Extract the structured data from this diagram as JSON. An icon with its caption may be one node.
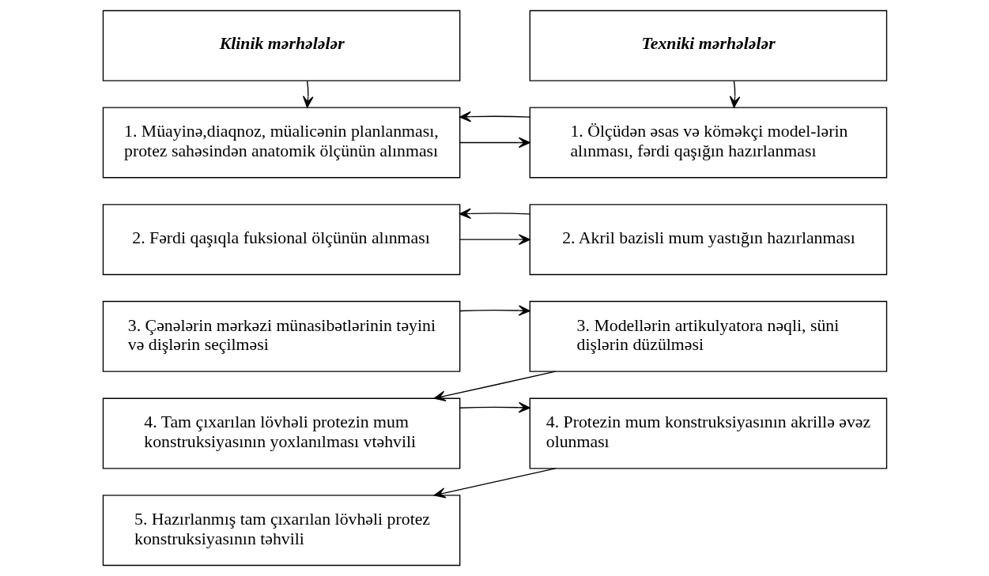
{
  "diagram": {
    "nodes": [
      {
        "text": [
          "Klinik mərhələlər"
        ]
      },
      {
        "text": [
          "Texniki mərhələlər"
        ]
      },
      {
        "text": [
          "1. Müayinə,diaqnoz, müalicənin planlanması, protez sahəsindən anatomik ölçünün alınması"
        ]
      },
      {
        "text": [
          "1. Ölçüdən əsas və köməkçi model-lərin alınması, fərdi qaşığın hazırlanması"
        ]
      },
      {
        "text": [
          "2. Fərdi qaşıqla fuksional ölçünün alınması"
        ]
      },
      {
        "text": [
          "2. Akril bazisli mum yastığın hazırlanması"
        ]
      },
      {
        "text": [
          "3. Çənələrin mərkəzi münasibətlərinin təyini və dişlərin seçilməsi"
        ]
      },
      {
        "text": [
          "3. Modellərin artikulyatora nəqli, süni dişlərin düzülməsi"
        ]
      },
      {
        "text": [
          "4. Tam çıxarılan lövhəli protezin mum konstruksiyasının yoxlanılması vtəhvili"
        ]
      },
      {
        "text": [
          "4. Protezin mum konstruksiyasının akrillə əvəz olunması"
        ]
      },
      {
        "text": [
          "5. Hazırlanmış tam çıxarılan lövhəli protez konstruksiyasının təhvili"
        ]
      }
    ],
    "edges": [
      {
        "from": 0,
        "to": 2,
        "arrow": "to"
      },
      {
        "from": 1,
        "to": 3,
        "arrow": "to"
      },
      {
        "from": 2,
        "to": 3,
        "arrow": "to"
      },
      {
        "from": 3,
        "to": 2,
        "arrow": "to"
      },
      {
        "from": 4,
        "to": 5,
        "arrow": "to"
      },
      {
        "from": 5,
        "to": 4,
        "arrow": "to"
      },
      {
        "from": 6,
        "to": 7,
        "arrow": "to"
      },
      {
        "from": 7,
        "to": 8,
        "arrow": "to"
      },
      {
        "from": 8,
        "to": 9,
        "arrow": "to"
      },
      {
        "from": 9,
        "to": 10,
        "arrow": "to"
      }
    ]
  }
}
